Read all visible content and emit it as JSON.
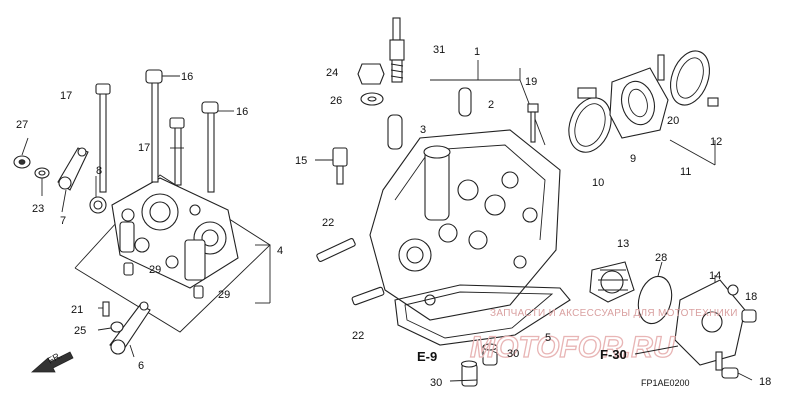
{
  "labels": {
    "l1": "1",
    "l2": "2",
    "l3": "3",
    "l4": "4",
    "l5": "5",
    "l6": "6",
    "l7": "7",
    "l8": "8",
    "l9": "9",
    "l10": "10",
    "l11": "11",
    "l12": "12",
    "l13": "13",
    "l14": "14",
    "l15": "15",
    "l16a": "16",
    "l16b": "16",
    "l17a": "17",
    "l17b": "17",
    "l18a": "18",
    "l18b": "18",
    "l19": "19",
    "l20": "20",
    "l21": "21",
    "l22a": "22",
    "l22b": "22",
    "l23": "23",
    "l24": "24",
    "l25": "25",
    "l26": "26",
    "l27": "27",
    "l28": "28",
    "l29a": "29",
    "l29b": "29",
    "l30a": "30",
    "l30b": "30",
    "l31": "31"
  },
  "refs": {
    "e9": "E-9",
    "f30": "F-30",
    "fr": "FR."
  },
  "diagram_code": "FP1AE0200",
  "watermark": {
    "text": "ЗАПЧАСТИ И АКСЕССУАРЫ ДЛЯ МОТОТЕХНИКИ",
    "logo": "MOTOFOR.RU"
  }
}
